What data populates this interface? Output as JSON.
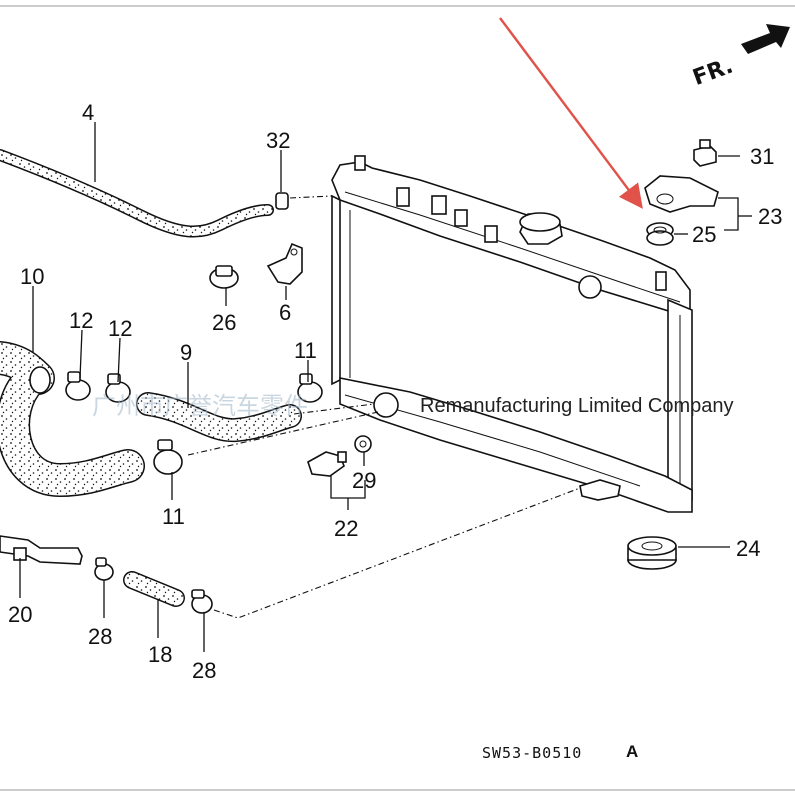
{
  "callouts": {
    "c4": "4",
    "c32": "32",
    "c31": "31",
    "c23": "23",
    "c25": "25",
    "c10": "10",
    "c12a": "12",
    "c12b": "12",
    "c9": "9",
    "c11a": "11",
    "c11b": "11",
    "c26": "26",
    "c6": "6",
    "c29": "29",
    "c22": "22",
    "c24": "24",
    "c20": "20",
    "c28a": "28",
    "c18": "18",
    "c28b": "28"
  },
  "front_indicator": "FR.",
  "diagram_code": "SW53-B0510",
  "diagram_code_suffix": "A",
  "watermark": {
    "text": "Remanufacturing Limited Company",
    "faint_glyphs": "广州市广誉汽车零件"
  },
  "colors": {
    "annotation_arrow": "#e0524a",
    "line": "#111111",
    "background": "#ffffff"
  }
}
